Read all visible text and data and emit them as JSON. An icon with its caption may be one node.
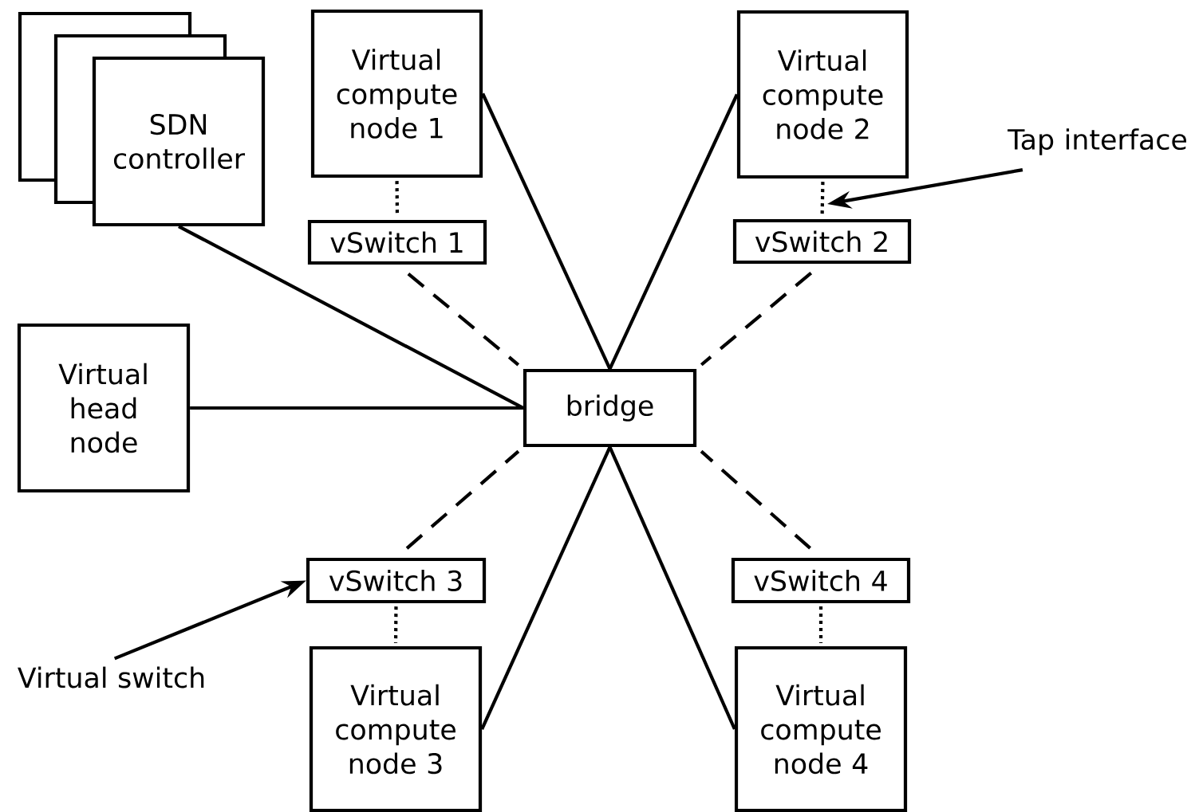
{
  "diagram": {
    "nodes": [
      {
        "text": [
          "SDN controller"
        ]
      },
      {
        "text": [
          "Virtual compute node 1"
        ]
      },
      {
        "text": [
          "vSwitch 1"
        ]
      },
      {
        "text": [
          "Virtual compute node 2"
        ]
      },
      {
        "text": [
          "vSwitch 2"
        ]
      },
      {
        "text": [
          "Tap interface"
        ]
      },
      {
        "text": [
          "Virtual head node"
        ]
      },
      {
        "text": [
          "bridge"
        ]
      },
      {
        "text": [
          "vSwitch 3"
        ]
      },
      {
        "text": [
          "vSwitch 4"
        ]
      },
      {
        "text": [
          "Virtual compute node 3"
        ]
      },
      {
        "text": [
          "Virtual compute node 4"
        ]
      },
      {
        "text": [
          "Virtual switch"
        ]
      }
    ],
    "edges": [
      {
        "from": 0,
        "to": 7,
        "arrow": "none"
      },
      {
        "from": 6,
        "to": 7,
        "arrow": "none"
      },
      {
        "from": 1,
        "to": 7,
        "arrow": "none"
      },
      {
        "from": 3,
        "to": 7,
        "arrow": "none"
      },
      {
        "from": 10,
        "to": 7,
        "arrow": "none"
      },
      {
        "from": 11,
        "to": 7,
        "arrow": "none"
      },
      {
        "from": 1,
        "to": 2,
        "arrow": "none",
        "style": "dashed"
      },
      {
        "from": 3,
        "to": 4,
        "arrow": "none",
        "style": "dashed"
      },
      {
        "from": 8,
        "to": 10,
        "arrow": "none",
        "style": "dashed"
      },
      {
        "from": 9,
        "to": 11,
        "arrow": "none",
        "style": "dashed"
      },
      {
        "from": 2,
        "to": 7,
        "arrow": "none",
        "style": "dashed"
      },
      {
        "from": 4,
        "to": 7,
        "arrow": "none",
        "style": "dashed"
      },
      {
        "from": 8,
        "to": 7,
        "arrow": "none",
        "style": "dashed"
      },
      {
        "from": 9,
        "to": 7,
        "arrow": "none",
        "style": "dashed"
      },
      {
        "from": 5,
        "to": null,
        "arrow": "to"
      },
      {
        "from": 12,
        "to": 8,
        "arrow": "to"
      }
    ]
  }
}
